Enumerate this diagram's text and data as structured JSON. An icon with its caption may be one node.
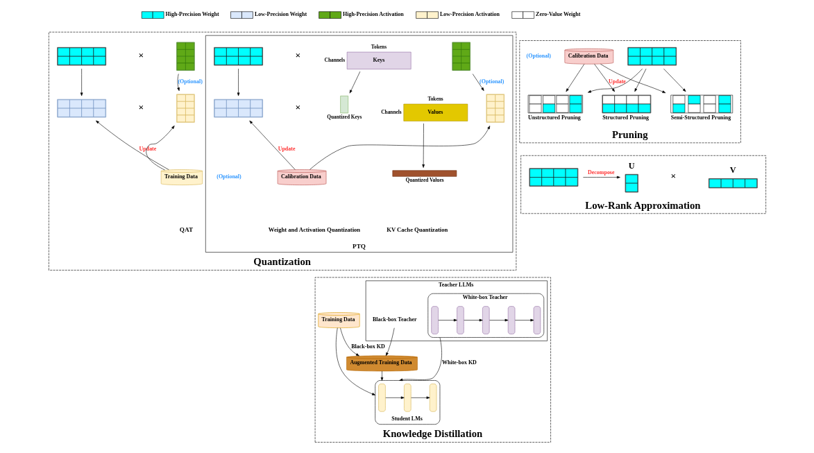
{
  "diagram": {
    "nodes": [
      {
        "text": [
          "Quantization"
        ]
      },
      {
        "text": [],
        "shape": "grid",
        "in": 0
      },
      {
        "text": [],
        "shape": "grid",
        "in": 0
      },
      {
        "text": [],
        "shape": "grid",
        "in": 0
      },
      {
        "text": [],
        "shape": "grid",
        "in": 0
      },
      {
        "text": [
          "Training Data"
        ],
        "in": 0
      },
      {
        "text": [
          "PTQ"
        ],
        "in": 0
      },
      {
        "text": [],
        "shape": "grid",
        "in": 6
      },
      {
        "text": [],
        "shape": "grid",
        "in": 6
      },
      {
        "text": [],
        "shape": "grid",
        "in": 6
      },
      {
        "text": [],
        "shape": "grid",
        "in": 6
      },
      {
        "text": [
          "Calibration Data"
        ],
        "in": 6
      },
      {
        "text": [
          "Keys"
        ],
        "beside": [
          "Tokens",
          "Channels"
        ],
        "in": 6
      },
      {
        "text": [
          "Quantized Keys"
        ],
        "in": 6
      },
      {
        "text": [
          "Values"
        ],
        "beside": [
          "Tokens",
          "Channels"
        ],
        "in": 6
      },
      {
        "text": [
          "Quantized Values"
        ],
        "in": 6
      },
      {
        "text": [
          "Pruning"
        ]
      },
      {
        "text": [],
        "shape": "grid",
        "in": 16
      },
      {
        "text": [
          "Calibration Data"
        ],
        "in": 16
      },
      {
        "text": [
          "Unstructured Pruning"
        ],
        "in": 16
      },
      {
        "text": [
          "Structured Pruning"
        ],
        "in": 16
      },
      {
        "text": [
          "Semi-Structured Pruning"
        ],
        "in": 16
      },
      {
        "text": [
          "Knowledge Distillation"
        ]
      },
      {
        "text": [
          "Teacher LLMs"
        ],
        "in": 22
      },
      {
        "text": [
          "White-box Teacher"
        ],
        "in": 23
      },
      {
        "text": [],
        "shape": "bar",
        "in": 24
      },
      {
        "text": [],
        "shape": "bar",
        "in": 24
      },
      {
        "text": [],
        "shape": "bar",
        "in": 24
      },
      {
        "text": [],
        "shape": "bar",
        "in": 24
      },
      {
        "text": [],
        "shape": "bar",
        "in": 24
      },
      {
        "text": [
          "Black-box Teacher"
        ],
        "in": 23
      },
      {
        "text": [
          "Training Data"
        ],
        "in": 22
      },
      {
        "text": [
          "Student LMs"
        ],
        "in": 22
      },
      {
        "text": [],
        "shape": "bar",
        "in": 32
      },
      {
        "text": [],
        "shape": "bar",
        "in": 32
      },
      {
        "text": [],
        "shape": "bar",
        "in": 32
      },
      {
        "text": [
          "Augmented Training Data"
        ],
        "in": 22
      },
      {
        "text": [
          "Low-Rank Approximation"
        ]
      },
      {
        "text": [],
        "shape": "grid",
        "in": 37
      },
      {
        "text": [
          "U"
        ],
        "in": 37
      },
      {
        "text": [
          "V"
        ],
        "in": 37
      }
    ],
    "edges": [
      {
        "from": 1,
        "to": 3,
        "arrow": "to"
      },
      {
        "from": 2,
        "to": 4,
        "arrow": "to",
        "label": "(Optional)"
      },
      {
        "from": 5,
        "to": 3,
        "arrow": "to",
        "label": "Update"
      },
      {
        "from": 5,
        "to": 4,
        "arrow": "to"
      },
      {
        "from": 7,
        "to": 9,
        "arrow": "to"
      },
      {
        "from": 8,
        "to": 10,
        "arrow": "to",
        "label": "(Optional)"
      },
      {
        "from": 11,
        "to": 9,
        "arrow": "to",
        "label": "Update"
      },
      {
        "from": 11,
        "to": 10,
        "arrow": "to"
      },
      {
        "from": 12,
        "to": 13,
        "arrow": "to"
      },
      {
        "from": 14,
        "to": 15,
        "arrow": "to"
      },
      {
        "from": 17,
        "to": 19,
        "arrow": "to"
      },
      {
        "from": 17,
        "to": 20,
        "arrow": "to"
      },
      {
        "from": 17,
        "to": 21,
        "arrow": "to"
      },
      {
        "from": 18,
        "to": 19,
        "arrow": "to"
      },
      {
        "from": 18,
        "to": 20,
        "arrow": "to",
        "label": "Update"
      },
      {
        "from": 18,
        "to": 21,
        "arrow": "to"
      },
      {
        "from": 25,
        "to": 26,
        "arrow": "to"
      },
      {
        "from": 26,
        "to": 27,
        "arrow": "to"
      },
      {
        "from": 27,
        "to": 28,
        "arrow": "to"
      },
      {
        "from": 28,
        "to": 29,
        "arrow": "to"
      },
      {
        "from": 33,
        "to": 34,
        "arrow": "to"
      },
      {
        "from": 34,
        "to": 35,
        "arrow": "to"
      },
      {
        "from": 24,
        "to": 32,
        "arrow": "to",
        "label": "White-box KD"
      },
      {
        "from": 31,
        "to": 32,
        "arrow": "to"
      },
      {
        "from": 31,
        "to": 36,
        "arrow": "to",
        "label": "Black-box KD"
      },
      {
        "from": 30,
        "to": 36,
        "arrow": "to"
      },
      {
        "from": 36,
        "to": 32,
        "arrow": "to"
      },
      {
        "from": 38,
        "to": 39,
        "arrow": "to",
        "label": "Decompose"
      }
    ],
    "labels": [
      "×",
      "×",
      "QAT",
      "×",
      "×",
      "(Optional)",
      "Weight and Activation Quantization",
      "KV Cache Quantization",
      "(Optional)",
      "×"
    ],
    "legend": [
      {
        "text": "High-Precision Weight",
        "color": "#00ffff"
      },
      {
        "text": "Low-Precision Weight",
        "color": "#dae8fc"
      },
      {
        "text": "High-Precision Activation",
        "color": "#60a917"
      },
      {
        "text": "Low-Precision Activation",
        "color": "#fff2cc"
      },
      {
        "text": "Zero-Value Weight",
        "color": "#ffffff"
      }
    ]
  }
}
